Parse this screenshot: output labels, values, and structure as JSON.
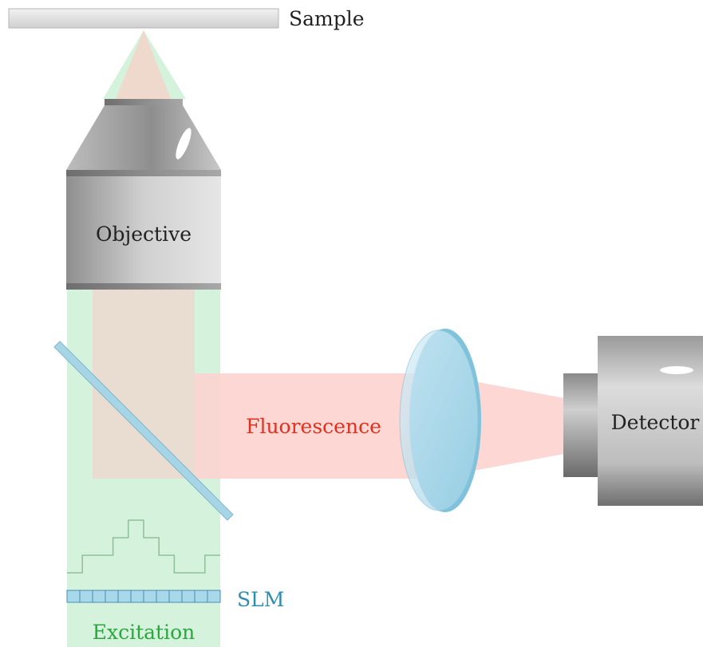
{
  "labels": {
    "sample": "Sample",
    "objective": "Objective",
    "fluorescence": "Fluorescence",
    "detector": "Detector",
    "slm": "SLM",
    "excitation": "Excitation"
  },
  "colors": {
    "excitation_beam": "#d4f2dc",
    "excitation_text": "#2aa83e",
    "fluorescence_beam": "#fcd3cf",
    "fluorescence_text": "#e0301e",
    "overlap_beam": "#e8ddd0",
    "slm_text": "#2f8db0",
    "slm_fill": "#a9d8ea",
    "mirror": "#a7d5e6",
    "lens": "#bfe3f1",
    "dark_text": "#222222"
  },
  "slm": {
    "pixel_count": 12
  },
  "phase_profile": {
    "levels": [
      0,
      1,
      1,
      2,
      3,
      2,
      1,
      0,
      0,
      1
    ]
  }
}
